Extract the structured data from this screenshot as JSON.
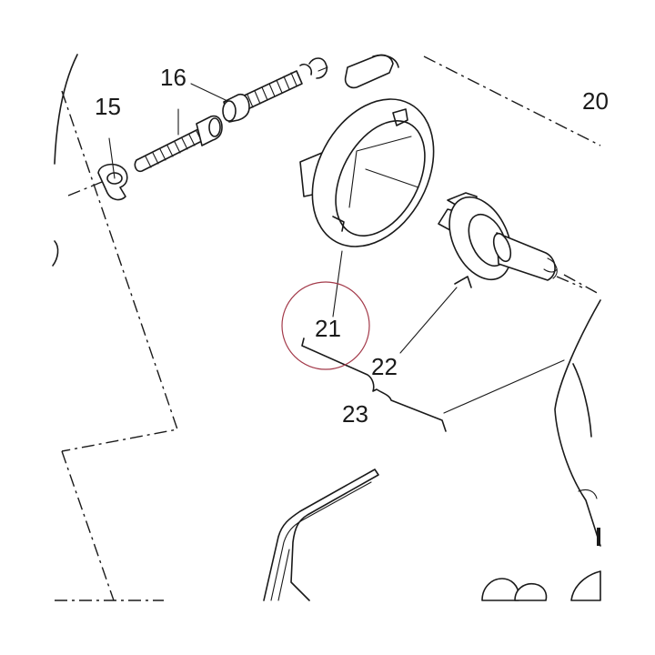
{
  "diagram": {
    "labels": {
      "p15": "15",
      "p16": "16",
      "p20": "20",
      "p21": "21",
      "p22": "22",
      "p23": "23"
    },
    "colors": {
      "line": "#1a1a1a",
      "highlight_circle": "#a33a4a",
      "background": "#ffffff"
    }
  }
}
